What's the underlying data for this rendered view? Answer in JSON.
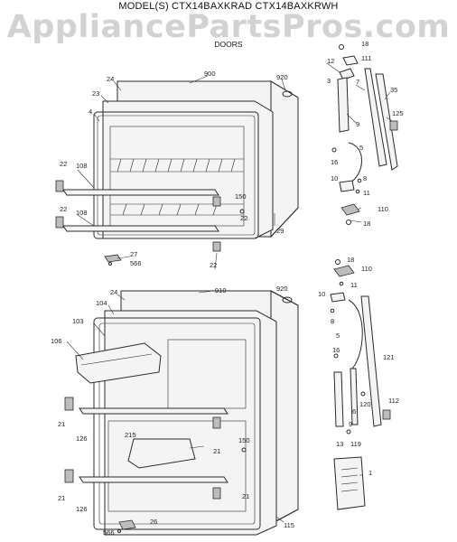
{
  "header": {
    "model_line": "MODEL(S) CTX14BAXKRAD  CTX14BAXKRWH",
    "section": "DOORS"
  },
  "watermark": {
    "text": "AppliancePartsPros.com"
  },
  "callouts": {
    "c900": "900",
    "c920a": "920",
    "c24a": "24",
    "c23": "23",
    "c4": "4",
    "c22a": "22",
    "c108a": "108",
    "c22b": "22",
    "c108b": "108",
    "c150a": "150",
    "c22c": "22",
    "c29": "29",
    "c27": "27",
    "c566a": "566",
    "c22d": "22",
    "c18a": "18",
    "c12": "12",
    "c111": "111",
    "c7": "7",
    "c35": "35",
    "c3": "3",
    "c9a": "9",
    "c125": "125",
    "c16a": "16",
    "c5a": "5",
    "c10a": "10",
    "c8a": "8",
    "c11a": "11",
    "c110a": "110",
    "c18b": "18",
    "c910": "910",
    "c920b": "920",
    "c24b": "24",
    "c104": "104",
    "c103": "103",
    "c106": "106",
    "c21a": "21",
    "c126a": "126",
    "c215": "215",
    "c21b": "21",
    "c150b": "150",
    "c21c": "21",
    "c21d": "21",
    "c126b": "126",
    "c566b": "566",
    "c26": "26",
    "c115": "115",
    "c18c": "18",
    "c110b": "110",
    "c11b": "11",
    "c10b": "10",
    "c8b": "8",
    "c5b": "5",
    "c16b": "16",
    "c121": "121",
    "c120": "120",
    "c6": "6",
    "c112": "112",
    "c9b": "9",
    "c13": "13",
    "c119": "119",
    "c1": "1"
  }
}
